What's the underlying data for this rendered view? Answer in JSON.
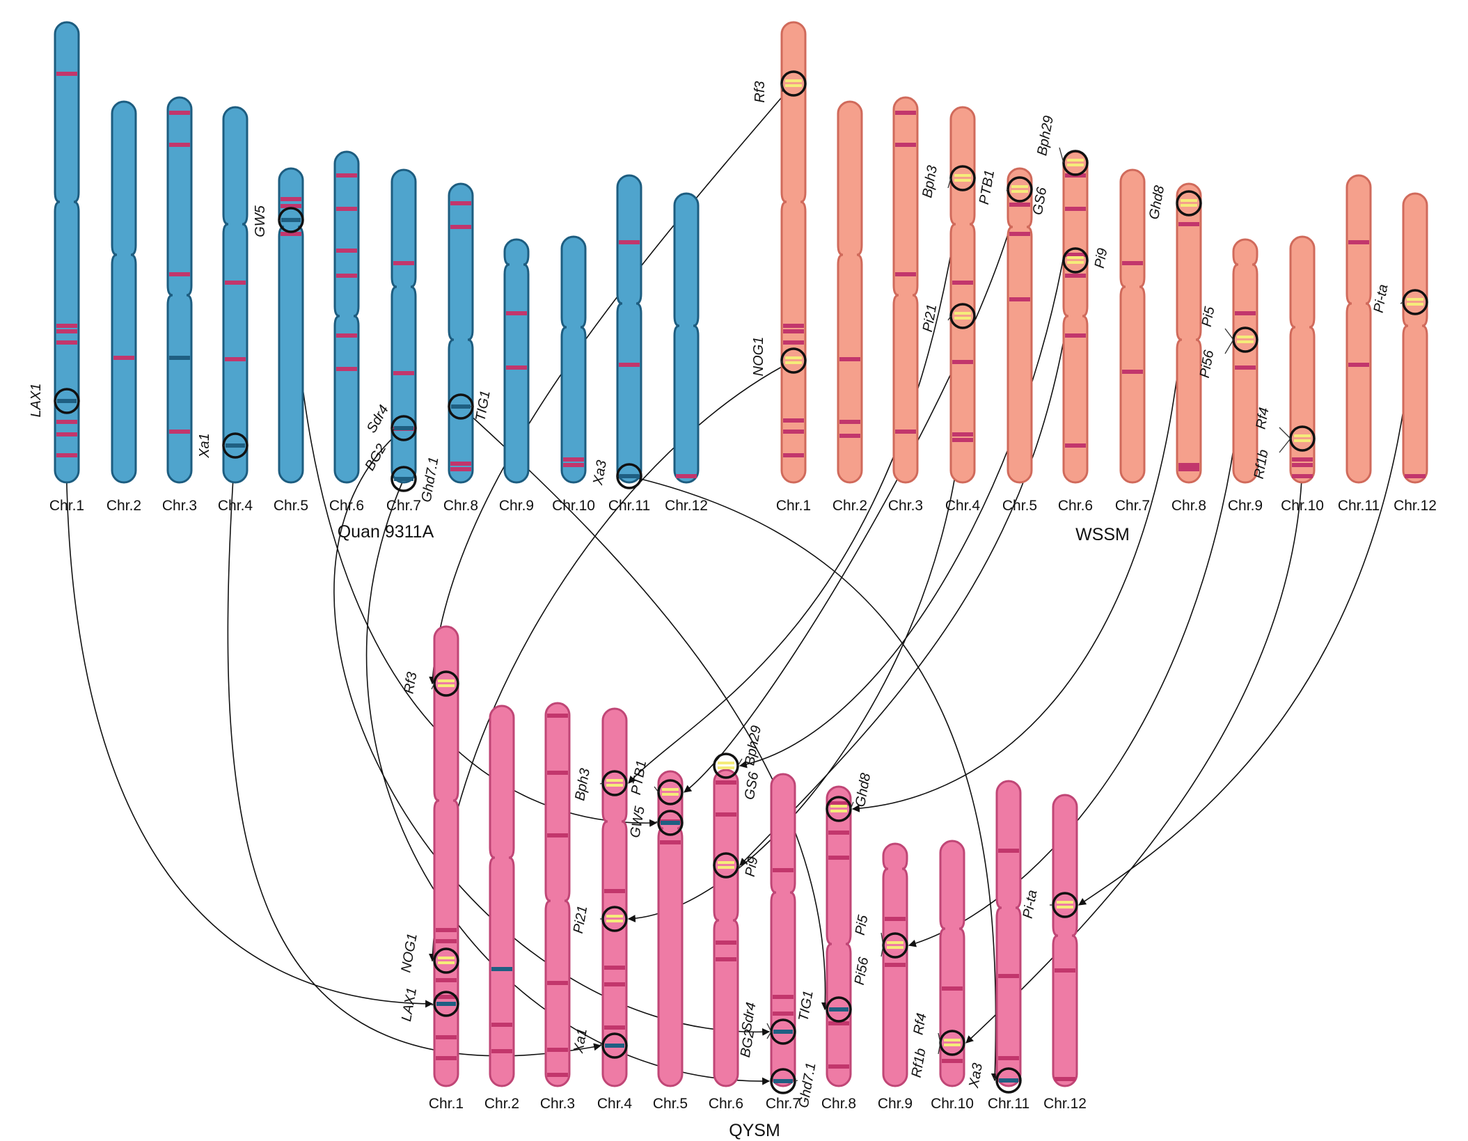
{
  "colors": {
    "quan_body": "#4fa4cd",
    "quan_stroke": "#1d5d80",
    "wssm_body": "#f5a08c",
    "wssm_stroke": "#d06a5b",
    "qysm_body": "#ee7ba5",
    "qysm_stroke": "#c04676",
    "band_marker": "#c2366c",
    "band_blue": "#1f5f82",
    "band_yellow": "#f5ec7a",
    "line": "#111111"
  },
  "panels": [
    {
      "id": "quan",
      "title": "Quan 9311A",
      "chromosomes": [
        "Chr.1",
        "Chr.2",
        "Chr.3",
        "Chr.4",
        "Chr.5",
        "Chr.6",
        "Chr.7",
        "Chr.8",
        "Chr.9",
        "Chr.10",
        "Chr.11",
        "Chr.12"
      ],
      "genes": [
        {
          "name": "LAX1",
          "chr": "Chr.1"
        },
        {
          "name": "Xa1",
          "chr": "Chr.4"
        },
        {
          "name": "GW5",
          "chr": "Chr.5"
        },
        {
          "name": "BG2",
          "chr": "Chr.7"
        },
        {
          "name": "Sdr4",
          "chr": "Chr.7"
        },
        {
          "name": "Ghd7.1",
          "chr": "Chr.7"
        },
        {
          "name": "TIG1",
          "chr": "Chr.8"
        },
        {
          "name": "Xa3",
          "chr": "Chr.11"
        }
      ]
    },
    {
      "id": "wssm",
      "title": "WSSM",
      "chromosomes": [
        "Chr.1",
        "Chr.2",
        "Chr.3",
        "Chr.4",
        "Chr.5",
        "Chr.6",
        "Chr.7",
        "Chr.8",
        "Chr.9",
        "Chr.10",
        "Chr.11",
        "Chr.12"
      ],
      "genes": [
        {
          "name": "Rf3",
          "chr": "Chr.1"
        },
        {
          "name": "NOG1",
          "chr": "Chr.1"
        },
        {
          "name": "Bph3",
          "chr": "Chr.4"
        },
        {
          "name": "Pi21",
          "chr": "Chr.4"
        },
        {
          "name": "PTB1",
          "chr": "Chr.5"
        },
        {
          "name": "Bph29",
          "chr": "Chr.6"
        },
        {
          "name": "GS6",
          "chr": "Chr.6"
        },
        {
          "name": "Pi9",
          "chr": "Chr.6"
        },
        {
          "name": "Ghd8",
          "chr": "Chr.8"
        },
        {
          "name": "Pi5",
          "chr": "Chr.9"
        },
        {
          "name": "Pi56",
          "chr": "Chr.9"
        },
        {
          "name": "Rf4",
          "chr": "Chr.10"
        },
        {
          "name": "Rf1b",
          "chr": "Chr.10"
        },
        {
          "name": "Pi-ta",
          "chr": "Chr.12"
        }
      ]
    },
    {
      "id": "qysm",
      "title": "QYSM",
      "chromosomes": [
        "Chr.1",
        "Chr.2",
        "Chr.3",
        "Chr.4",
        "Chr.5",
        "Chr.6",
        "Chr.7",
        "Chr.8",
        "Chr.9",
        "Chr.10",
        "Chr.11",
        "Chr.12"
      ],
      "genes": [
        {
          "name": "Rf3",
          "chr": "Chr.1"
        },
        {
          "name": "NOG1",
          "chr": "Chr.1"
        },
        {
          "name": "LAX1",
          "chr": "Chr.1"
        },
        {
          "name": "Bph3",
          "chr": "Chr.4"
        },
        {
          "name": "Pi21",
          "chr": "Chr.4"
        },
        {
          "name": "Xa1",
          "chr": "Chr.4"
        },
        {
          "name": "PTB1",
          "chr": "Chr.5"
        },
        {
          "name": "GW5",
          "chr": "Chr.5"
        },
        {
          "name": "Bph29",
          "chr": "Chr.6"
        },
        {
          "name": "GS6",
          "chr": "Chr.6"
        },
        {
          "name": "Pi9",
          "chr": "Chr.6"
        },
        {
          "name": "Sdr4",
          "chr": "Chr.7"
        },
        {
          "name": "BG2",
          "chr": "Chr.7"
        },
        {
          "name": "Ghd7.1",
          "chr": "Chr.7"
        },
        {
          "name": "Ghd8",
          "chr": "Chr.8"
        },
        {
          "name": "TIG1",
          "chr": "Chr.8"
        },
        {
          "name": "Pi5",
          "chr": "Chr.9"
        },
        {
          "name": "Pi56",
          "chr": "Chr.9"
        },
        {
          "name": "Rf4",
          "chr": "Chr.10"
        },
        {
          "name": "Rf1b",
          "chr": "Chr.10"
        },
        {
          "name": "Xa3",
          "chr": "Chr.11"
        },
        {
          "name": "Pi-ta",
          "chr": "Chr.12"
        }
      ]
    }
  ]
}
